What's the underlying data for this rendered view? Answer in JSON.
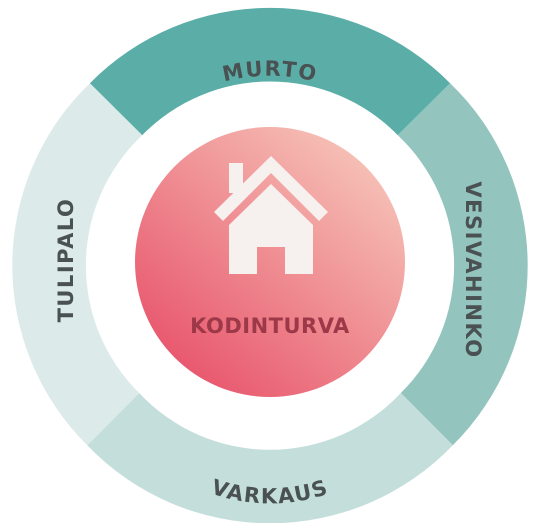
{
  "center": {
    "label": "KODINTURVA",
    "icon": "house-icon"
  },
  "segments": [
    {
      "id": "murto",
      "label": "MURTO",
      "color": "#5aaea7"
    },
    {
      "id": "vesivahinko",
      "label": "VESIVAHINKO",
      "color": "#93c4be"
    },
    {
      "id": "varkaus",
      "label": "VARKAUS",
      "color": "#c4dfdb"
    },
    {
      "id": "tulipalo",
      "label": "TULIPALO",
      "color": "#dcebea"
    }
  ],
  "colors": {
    "center_gradient_start": "#f6c1b6",
    "center_gradient_end": "#e8566d",
    "house": "#f6f0ef",
    "label_text": "#4a5152",
    "center_text": "#9c3848"
  }
}
